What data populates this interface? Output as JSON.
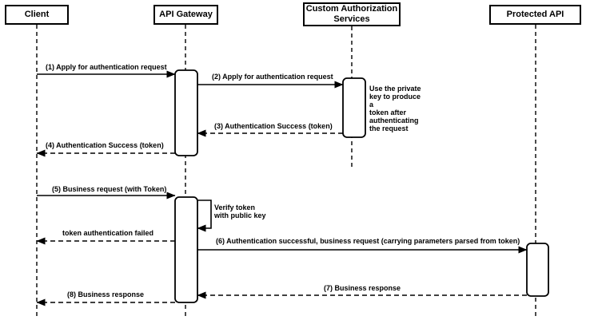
{
  "diagram": {
    "type": "sequence-diagram",
    "colors": {
      "line": "#000000",
      "box_fill": "#ffffff",
      "text": "#000000",
      "background": "#ffffff"
    },
    "participants": [
      {
        "name": "Client"
      },
      {
        "name": "API Gateway"
      },
      {
        "name": "Custom Authorization\nServices"
      },
      {
        "name": "Protected API"
      }
    ],
    "messages": [
      {
        "label": "(1) Apply for authentication request",
        "from": "Client",
        "to": "API Gateway",
        "line": "solid"
      },
      {
        "label": "(2) Apply for authentication request",
        "from": "API Gateway",
        "to": "Custom Authorization Services",
        "line": "solid"
      },
      {
        "label": "(3) Authentication Success (token)",
        "from": "Custom Authorization Services",
        "to": "API Gateway",
        "line": "dashed"
      },
      {
        "label": "(4) Authentication Success (token)",
        "from": "API Gateway",
        "to": "Client",
        "line": "dashed"
      },
      {
        "label": "(5) Business request (with Token)",
        "from": "Client",
        "to": "API Gateway",
        "line": "solid"
      },
      {
        "label": "Verify token\nwith public key",
        "from": "API Gateway",
        "to": "API Gateway",
        "line": "self"
      },
      {
        "label": "token authentication failed",
        "from": "API Gateway",
        "to": "Client",
        "line": "dashed"
      },
      {
        "label": "(6) Authentication successful, business request (carrying parameters parsed from token)",
        "from": "API Gateway",
        "to": "Protected API",
        "line": "solid"
      },
      {
        "label": "(7) Business response",
        "from": "Protected API",
        "to": "API Gateway",
        "line": "dashed"
      },
      {
        "label": "(8) Business response",
        "from": "API Gateway",
        "to": "Client",
        "line": "dashed"
      }
    ],
    "notes": [
      {
        "text": "Use the private\nkey to produce a\ntoken after\nauthenticating\nthe request",
        "attached_to": "Custom Authorization Services"
      }
    ]
  }
}
